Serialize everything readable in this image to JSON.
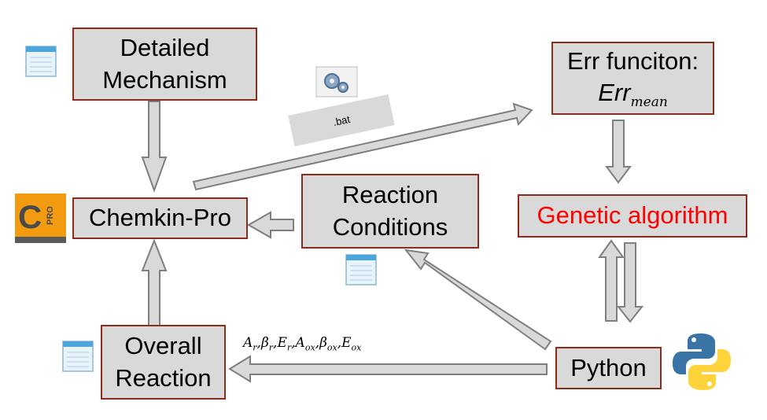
{
  "boxes": {
    "detailed_mechanism": [
      "Detailed",
      "Mechanism"
    ],
    "err_function": [
      "Err funciton:",
      "Err",
      "mean"
    ],
    "chemkin_pro": "Chemkin-Pro",
    "reaction_conditions": [
      "Reaction",
      "Conditions"
    ],
    "genetic_algorithm": "Genetic algorithm",
    "overall_reaction": [
      "Overall",
      "Reaction"
    ],
    "python": "Python"
  },
  "labels": {
    "bat": ".bat",
    "parameters": [
      {
        "sym": "A",
        "sub": "r"
      },
      {
        "sym": "β",
        "sub": "r"
      },
      {
        "sym": "E",
        "sub": "r"
      },
      {
        "sym": "A",
        "sub": "ox"
      },
      {
        "sym": "β",
        "sub": "ox"
      },
      {
        "sym": "E",
        "sub": "ox"
      }
    ]
  },
  "icons": {
    "notepad": "notepad-icon",
    "gears": "gears-script-icon",
    "chemkin_logo": "chemkin-pro-logo",
    "chemkin_logo_letters": [
      "C",
      "PRO"
    ],
    "python_logo": "python-logo"
  },
  "colors": {
    "box_border": "#8b2c1c",
    "box_fill": "#d9d9d9",
    "arrow_outline": "#7f7f7f",
    "highlight_text": "#ff0000",
    "chemkin_orange": "#f39c12",
    "python_blue": "#3a74a6",
    "python_yellow": "#ffd43b"
  }
}
